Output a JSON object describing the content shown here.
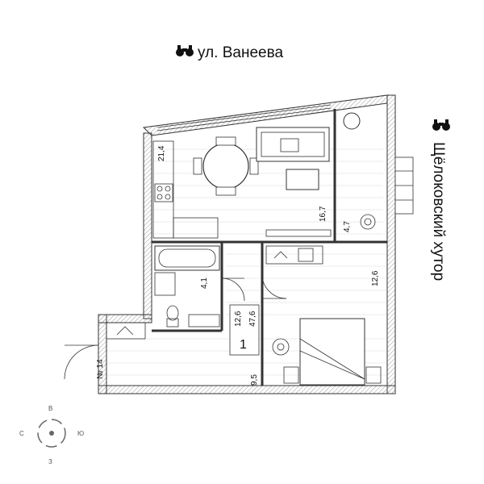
{
  "streets": {
    "top": {
      "name": "ул. Ванеева",
      "icon": "binoculars-icon"
    },
    "right": {
      "name": "Щёлоковский хутор",
      "icon": "binoculars-icon"
    }
  },
  "apartment": {
    "rooms_count": "1",
    "living_area": "12,6",
    "total_area": "47,6",
    "entrance_label": "№ 14"
  },
  "room_areas": {
    "kitchen": "21,4",
    "living": "16,7",
    "balcony": "4,7",
    "bathroom": "4,1",
    "bedroom": "12,6",
    "hall": "9,5"
  },
  "compass": {
    "north": "В",
    "east": "Ю",
    "south": "З",
    "west": "С"
  },
  "colors": {
    "wall": "#ffffff",
    "wall_hatch": "#b0b0b0",
    "line": "#333333",
    "floor": "#d8d8d8"
  }
}
